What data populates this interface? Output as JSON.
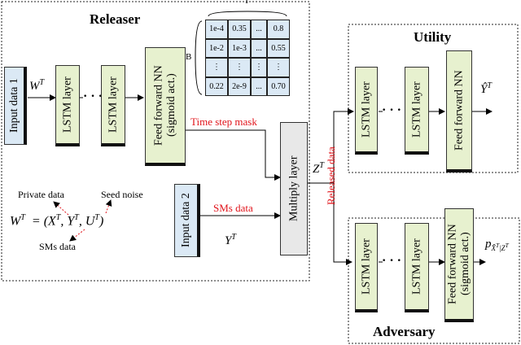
{
  "releaser": {
    "title": "Releaser",
    "input1": "Input data 1",
    "w_label": "W^T",
    "lstm1": "LSTM layer",
    "dots": "· · ·",
    "lstm2": "LSTM layer",
    "ffnn": "Feed forward NN (sigmoid act.)",
    "time_mask": "Time step mask",
    "input2": "Input data 2",
    "sms_data": "SMs data",
    "y_label": "Y^T",
    "multiply": "Multiply layer",
    "z_label": "Z^T",
    "matrix_t": "T",
    "matrix_b": "B",
    "matrix_rows": [
      [
        "1e-4",
        "0.35",
        "...",
        "0.8"
      ],
      [
        "1e-2",
        "1e-3",
        "...",
        "0.55"
      ],
      [
        "⋮",
        "⋮",
        "⋮",
        "⋮"
      ],
      [
        "0.22",
        "2e-9",
        "...",
        "0.70"
      ]
    ],
    "private_data": "Private data",
    "seed_noise": "Seed noise",
    "sms_data2": "SMs data",
    "eq_lhs": "W",
    "eq_rhs": "= (X , Y , U )"
  },
  "released_data": "Released data",
  "utility": {
    "title": "Utility",
    "lstm1": "LSTM layer",
    "dots": "· · ·",
    "lstm2": "LSTM layer",
    "ffnn": "Feed forward NN",
    "out": "Ŷ^T"
  },
  "adversary": {
    "title": "Adversary",
    "lstm1": "LSTM layer",
    "dots": "· · ·",
    "lstm2": "LSTM layer",
    "ffnn": "Feed forward NN (sigmoid act.)",
    "out": "p_{X̂^T|Z^T}"
  }
}
